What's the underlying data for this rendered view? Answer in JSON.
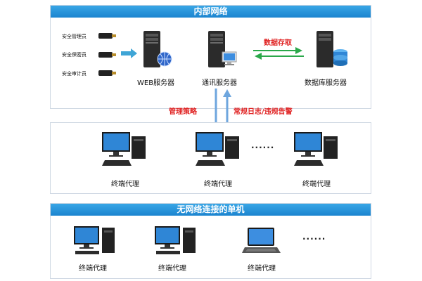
{
  "internal": {
    "title": "内部网络",
    "roles": [
      "安全管理员",
      "安全保密员",
      "安全审计员"
    ],
    "servers": {
      "web": "WEB服务器",
      "comm": "通讯服务器",
      "db": "数据库服务器"
    },
    "db_link": "数据存取"
  },
  "flows": {
    "policy": "管理策略",
    "logs": "常规日志/违规告警"
  },
  "agents": {
    "items": [
      "终端代理",
      "终端代理",
      "终端代理"
    ],
    "ellipsis": "......"
  },
  "standalone": {
    "title": "无网络连接的单机",
    "items": [
      "终端代理",
      "终端代理",
      "终端代理"
    ],
    "ellipsis": "......"
  },
  "colors": {
    "header": "#1b84cf",
    "accent_red": "#e02323",
    "arrow_green": "#2aa84a",
    "arrow_blue": "#6ea6de"
  }
}
